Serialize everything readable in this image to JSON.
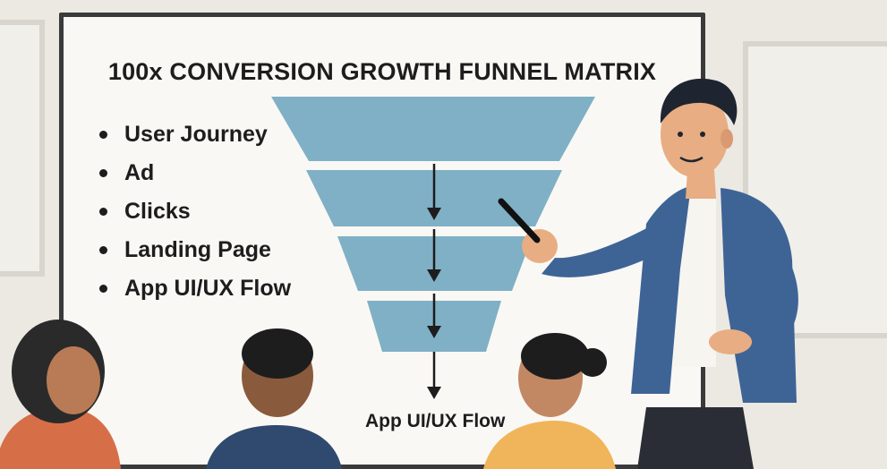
{
  "title": "100x CONVERSION GROWTH FUNNEL MATRIX",
  "bullets": [
    "User Journey",
    "Ad",
    "Clicks",
    "Landing Page",
    "App UI/UX Flow"
  ],
  "funnel": {
    "stage_count": 4,
    "output_label": "App UI/UX Flow",
    "color": "#7fb0c6",
    "arrow_color": "#1d1d1d"
  },
  "colors": {
    "board": "#faf8f4",
    "frame": "#3a3a3a",
    "blazer": "#3e6496",
    "skin": "#e8ad82"
  }
}
